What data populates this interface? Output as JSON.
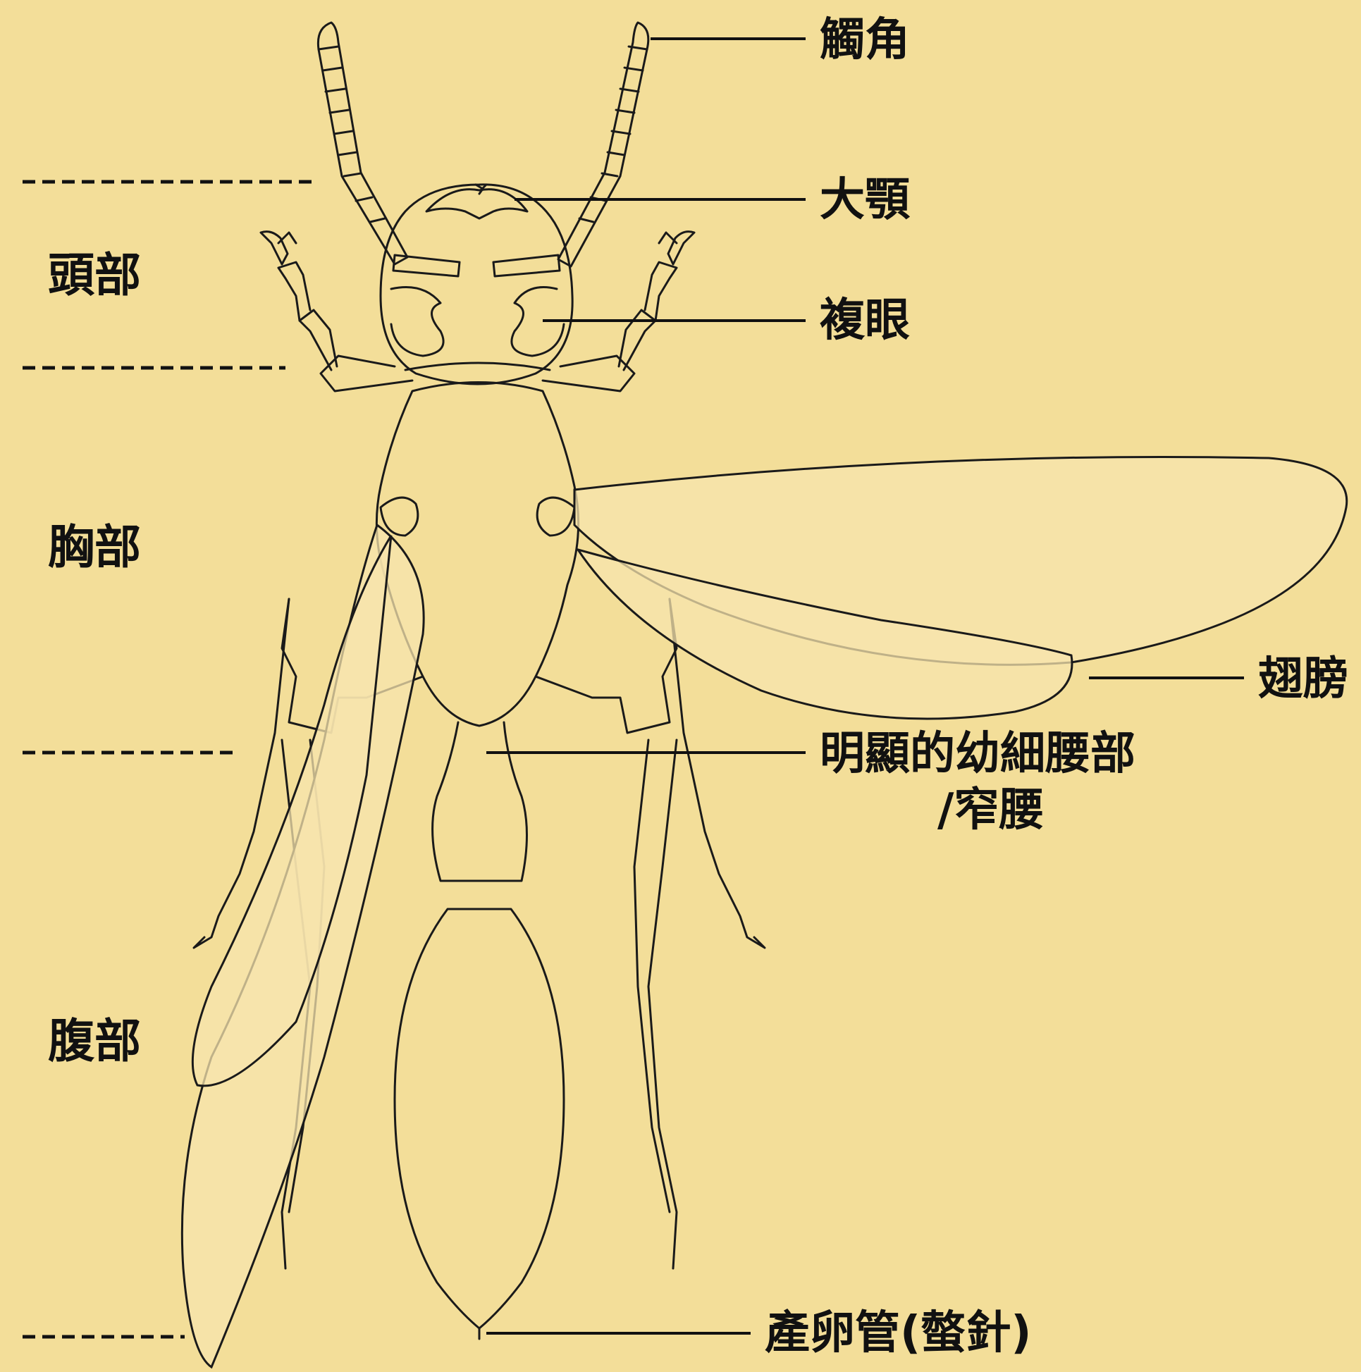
{
  "colors": {
    "background": "#F3DE99",
    "ink": "#1a1a1a",
    "wing_fill": "#F7E4AE"
  },
  "regions": {
    "head": "頭部",
    "thorax": "胸部",
    "abdomen": "腹部"
  },
  "parts": {
    "antenna": "觸角",
    "mandible": "大顎",
    "compound_eye": "複眼",
    "wing": "翅膀",
    "waist_line1": "明顯的幼細腰部",
    "waist_line2": "/窄腰",
    "ovipositor": "產卵管(螫針)"
  }
}
